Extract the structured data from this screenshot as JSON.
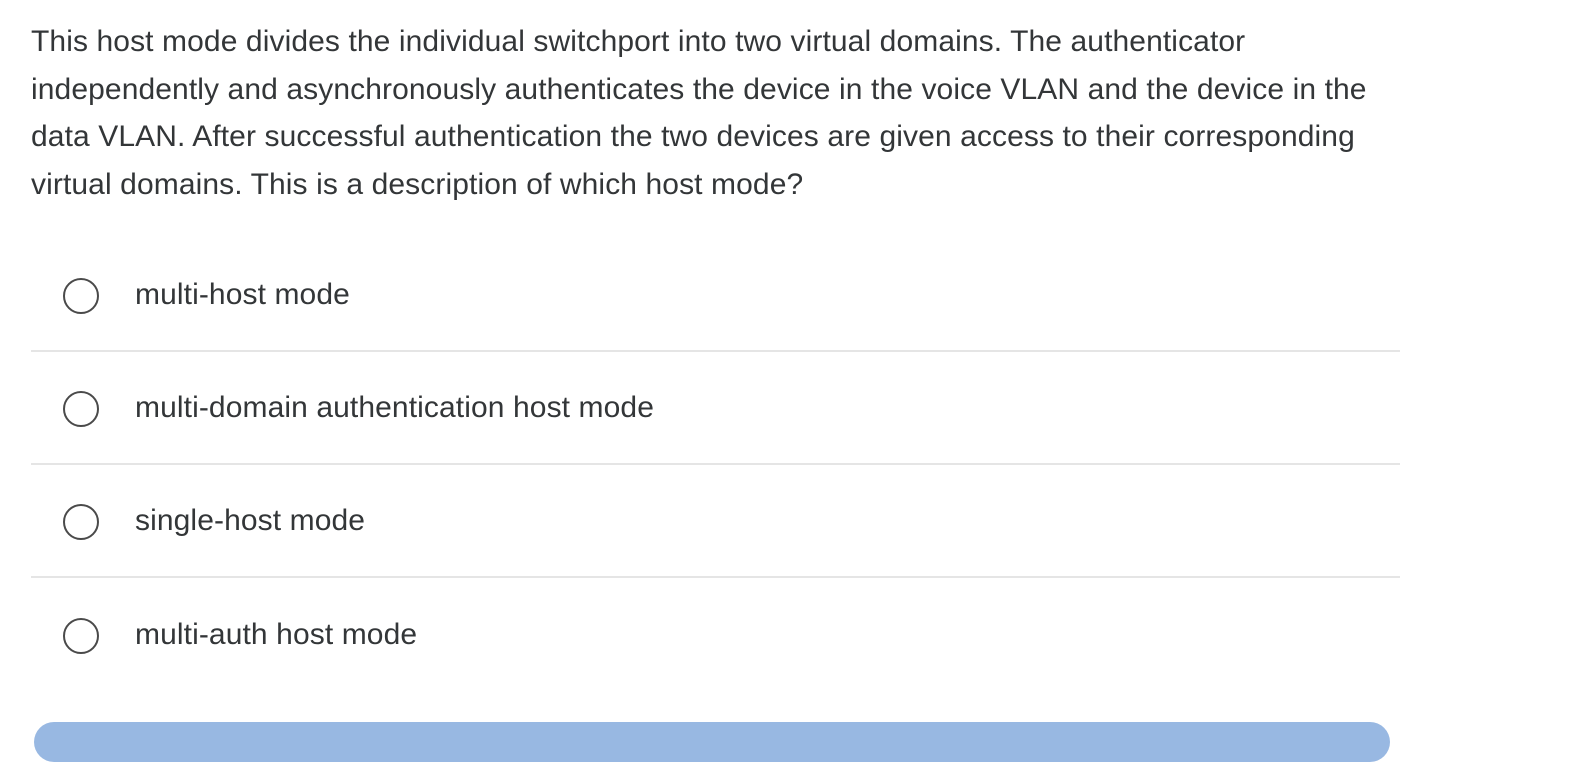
{
  "question": {
    "text": "This host mode divides the individual switchport into two virtual domains. The authenticator independently and asynchronously authenticates the device in the voice VLAN and the device in the data VLAN. After successful authentication the two devices are given access to their corresponding virtual domains. This is a description of which host mode?"
  },
  "options": [
    {
      "label": "multi-host mode",
      "selected": false
    },
    {
      "label": "multi-domain authentication host mode",
      "selected": false
    },
    {
      "label": "single-host mode",
      "selected": false
    },
    {
      "label": "multi-auth host mode",
      "selected": false
    }
  ],
  "colors": {
    "text": "#333638",
    "divider": "#e5e5e5",
    "button": "#98b8e2"
  }
}
